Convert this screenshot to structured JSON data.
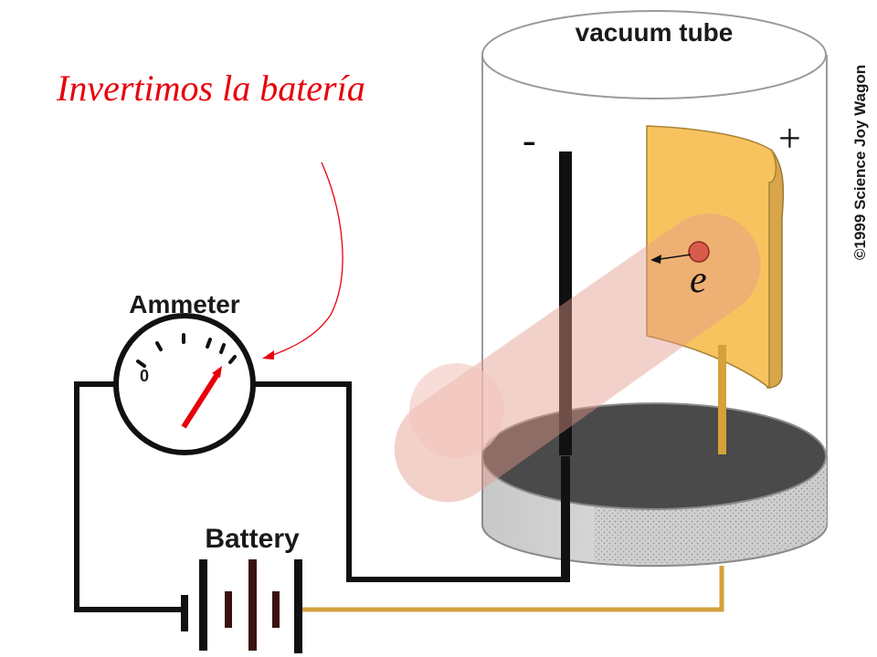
{
  "title": "Invertimos la batería",
  "labels": {
    "tube": "vacuum tube",
    "ammeter": "Ammeter",
    "ammeter_zero": "0",
    "battery": "Battery",
    "cathode_sign": "-",
    "anode_sign": "+",
    "electron": "e",
    "copyright": "©1999 Science Joy Wagon"
  },
  "colors": {
    "title": "#e8000b",
    "anode_plate": "#f7c35f",
    "wire_black": "#111111",
    "wire_gold": "#d4a13b",
    "needle": "#e8000b",
    "beam": "#e9a59a"
  }
}
